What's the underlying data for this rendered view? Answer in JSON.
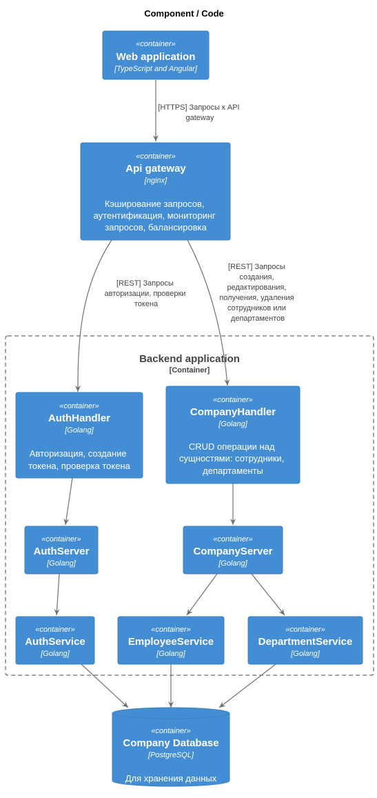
{
  "title": "Component / Code",
  "boundary": {
    "name": "Backend application",
    "type": "[Container]"
  },
  "nodes": {
    "web": {
      "stereo": "«container»",
      "name": "Web application",
      "tech": "[TypeScript and Angular]"
    },
    "api": {
      "stereo": "«container»",
      "name": "Api gateway",
      "tech": "[nginx]",
      "desc": [
        "Кэширование запросов,",
        "аутентификация, мониторинг",
        "запросов, балансировка"
      ]
    },
    "authHandler": {
      "stereo": "«container»",
      "name": "AuthHandler",
      "tech": "[Golang]",
      "desc": [
        "Авторизация, создание",
        "токена, проверка токена"
      ]
    },
    "companyHandler": {
      "stereo": "«container»",
      "name": "CompanyHandler",
      "tech": "[Golang]",
      "desc": [
        "CRUD операции над",
        "сущностями: сотрудники,",
        "департаменты"
      ]
    },
    "authServer": {
      "stereo": "«container»",
      "name": "AuthServer",
      "tech": "[Golang]"
    },
    "companyServer": {
      "stereo": "«container»",
      "name": "CompanyServer",
      "tech": "[Golang]"
    },
    "authService": {
      "stereo": "«container»",
      "name": "AuthService",
      "tech": "[Golang]"
    },
    "employeeService": {
      "stereo": "«container»",
      "name": "EmployeeService",
      "tech": "[Golang]"
    },
    "departmentService": {
      "stereo": "«container»",
      "name": "DepartmentService",
      "tech": "[Golang]"
    },
    "db": {
      "stereo": "«container»",
      "name": "Company Database",
      "tech": "[PostgreSQL]",
      "desc": [
        "Для хранения данных"
      ]
    }
  },
  "edges": {
    "web_api": [
      "[HTTPS] Запросы к API",
      "gateway"
    ],
    "api_auth": [
      "[REST] Запросы",
      "авторизации, проверки",
      "токена"
    ],
    "api_company": [
      "[REST] Запросы",
      "создания,",
      "редактирования,",
      "получения, удаления",
      "сотрудников или",
      "департаментов"
    ]
  }
}
